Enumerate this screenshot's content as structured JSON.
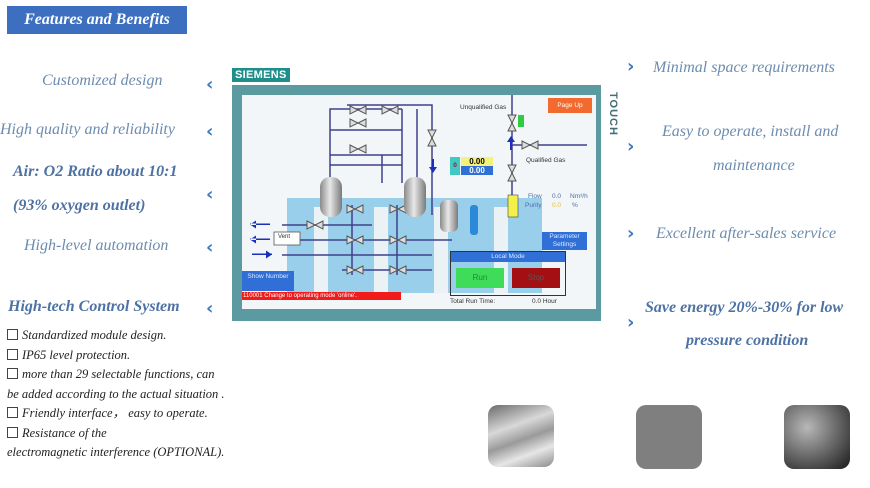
{
  "header": {
    "title": "Features and Benefits"
  },
  "left_features": [
    {
      "lines": [
        "Customized design"
      ],
      "bold": false
    },
    {
      "lines": [
        "High quality and reliability"
      ],
      "bold": false
    },
    {
      "lines": [
        "Air: O2 Ratio about 10:1",
        "(93% oxygen outlet)"
      ],
      "bold": true
    },
    {
      "lines": [
        "High-level automation"
      ],
      "bold": false
    },
    {
      "lines": [
        "High-tech Control System"
      ],
      "bold": true
    }
  ],
  "right_features": [
    {
      "lines": [
        "Minimal space requirements"
      ],
      "bold": false
    },
    {
      "lines": [
        "Easy to operate, install and",
        "maintenance"
      ],
      "bold": false
    },
    {
      "lines": [
        "Excellent after-sales service"
      ],
      "bold": false
    },
    {
      "lines": [
        "Save energy 20%-30% for low",
        "pressure condition"
      ],
      "bold": true
    }
  ],
  "icons": {
    "left_bullet": "chevron-left-icon",
    "right_bullet": "chevron-right-icon",
    "list_bullet": "checkbox-icon"
  },
  "control_list": [
    {
      "text": "Standardized module design.",
      "checkbox": true
    },
    {
      "text": "IP65 level protection.",
      "checkbox": true
    },
    {
      "text": "more than 29 selectable functions, can",
      "checkbox": true
    },
    {
      "text": "be added according to the actual situation .",
      "checkbox": false
    },
    {
      "text": "Friendly interface，  easy to operate.",
      "checkbox": true
    },
    {
      "text": "Resistance of the",
      "checkbox": true
    },
    {
      "text": "electromagnetic interference (OPTIONAL).",
      "checkbox": false
    }
  ],
  "hmi": {
    "brand": "SIEMENS",
    "side_label": "TOUCH",
    "page_up": "Page Up",
    "unqualified_gas": "Unqualified Gas",
    "qualified_gas": "Qualified Gas",
    "counter": "0",
    "value_top": "0.00",
    "value_bottom": "0.00",
    "flow_label": "Flow",
    "flow_value": "0.0",
    "flow_unit": "Nm³/h",
    "purity_label": "Purity",
    "purity_value": "0.0",
    "purity_unit": "%",
    "vent": "Vent",
    "show_number": "Show Number",
    "parameter_settings": "Parameter Settings",
    "local_mode": "Local Mode",
    "run": "Run",
    "stop": "Stop",
    "total_run_time_label": "Total Run Time:",
    "total_run_time_value": "0.0 Hour",
    "alarm": "110001 Change to operating mode 'online'.",
    "colors": {
      "frame": "#5a9aa0",
      "page_up": "#f26a2e",
      "run": "#3fdc5a",
      "stop": "#a40f14",
      "alarm": "#f21b1b",
      "button_blue": "#2f6fd6"
    }
  },
  "thumbnails": [
    {
      "name": "sand-texture"
    },
    {
      "name": "plain-gray"
    },
    {
      "name": "dark-texture"
    }
  ]
}
